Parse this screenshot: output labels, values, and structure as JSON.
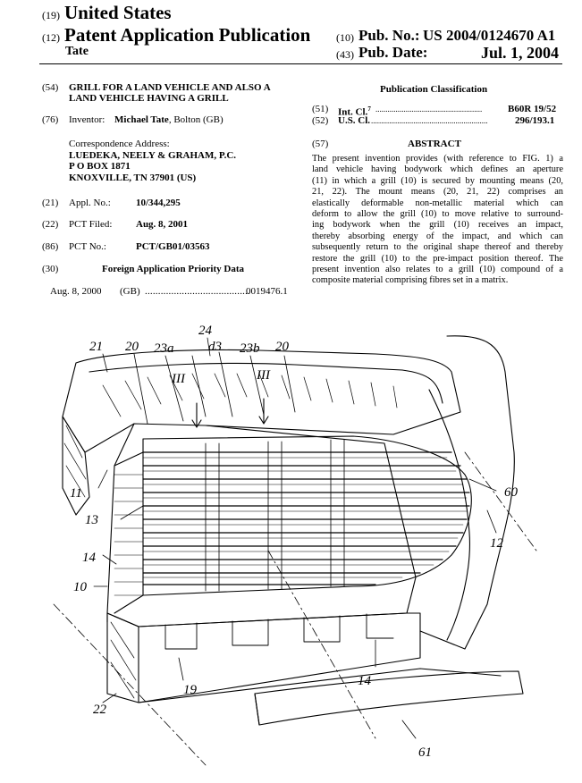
{
  "header": {
    "code19": "(19)",
    "country": "United States",
    "code12": "(12)",
    "doc_type": "Patent Application Publication",
    "author": "Tate",
    "code10": "(10)",
    "pub_no_label": "Pub. No.:",
    "pub_no": "US 2004/0124670 A1",
    "code43": "(43)",
    "pub_date_label": "Pub. Date:",
    "pub_date": "Jul. 1, 2004"
  },
  "left": {
    "f54_code": "(54)",
    "title_line1": "GRILL FOR A LAND VEHICLE AND ALSO A",
    "title_line2": "LAND VEHICLE HAVING A GRILL",
    "f76_code": "(76)",
    "inventor_label": "Inventor:",
    "inventor_name": "Michael Tate",
    "inventor_loc": ", Bolton (GB)",
    "corr_label": "Correspondence Address:",
    "corr_line1": "LUEDEKA, NEELY & GRAHAM, P.C.",
    "corr_line2": "P O BOX 1871",
    "corr_line3": "KNOXVILLE, TN 37901 (US)",
    "f21_code": "(21)",
    "appl_label": "Appl. No.:",
    "appl_no": "10/344,295",
    "f22_code": "(22)",
    "pct_filed_label": "PCT Filed:",
    "pct_filed": "Aug. 8, 2001",
    "f86_code": "(86)",
    "pct_no_label": "PCT No.:",
    "pct_no": "PCT/GB01/03563",
    "f30_code": "(30)",
    "priority_heading": "Foreign Application Priority Data",
    "priority_date": "Aug. 8, 2000",
    "priority_country": "(GB)",
    "priority_dots": "........................................",
    "priority_no": "0019476.1"
  },
  "right": {
    "pub_class_heading": "Publication Classification",
    "f51_code": "(51)",
    "int_cl_label": "Int. Cl.",
    "int_cl_sup": "7",
    "int_cl_dots": ".....................................................",
    "int_cl": "B60R 19/52",
    "f52_code": "(52)",
    "us_cl_label": "U.S. Cl.",
    "us_cl_dots": "..........................................................",
    "us_cl": "296/193.1",
    "f57_code": "(57)",
    "abstract_heading": "ABSTRACT",
    "abstract_lines": [
      "The present invention provides (with reference to FIG. 1) a",
      "land vehicle having bodywork which defines an aperture",
      "(11) in which a grill (10) is secured by mounting means (20,",
      "21, 22). The mount means (20, 21, 22) comprises an",
      "elastically deformable non-metallic material which can",
      "deform to allow the grill (10) to move relative to surround-",
      "ing bodywork when the grill (10) receives an impact,",
      "thereby absorbing energy of the impact, and which can",
      "subsequently return to the original shape thereof and thereby",
      "restore the grill (10) to the pre-impact position thereof. The",
      "present invention also relates to a grill (10) compound of a",
      "composite material comprising fibres set in a matrix."
    ]
  },
  "figure": {
    "labels": [
      "24",
      "21",
      "20",
      "23a",
      "d3",
      "23b",
      "20",
      "III",
      "III",
      "11",
      "13",
      "14",
      "10",
      "60",
      "12",
      "22",
      "19",
      "14",
      "61"
    ]
  }
}
